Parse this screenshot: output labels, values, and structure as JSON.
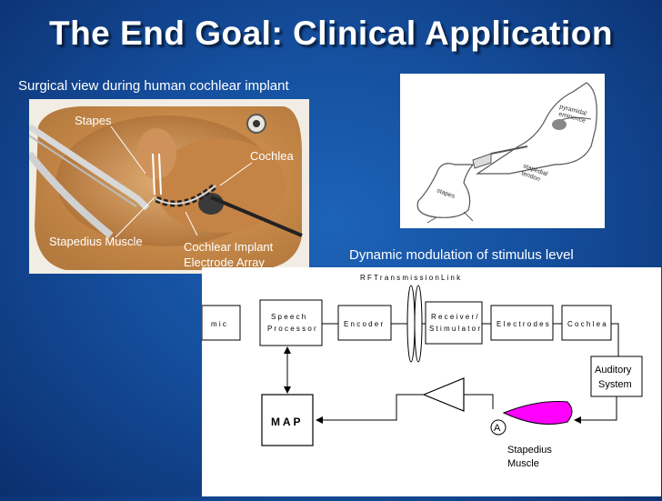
{
  "slide": {
    "title": "The End Goal: Clinical Application",
    "photo_caption": "Surgical view during human cochlear implant",
    "diagram_caption": "Dynamic modulation of stimulus level"
  },
  "photo_labels": {
    "stapes": "Stapes",
    "cochlea": "Cochlea",
    "stapedius_muscle": "Stapedius Muscle",
    "electrode_line1": "Cochlear Implant",
    "electrode_line2": "Electrode Array"
  },
  "sketch_labels": {
    "pyramidal_line1": "pyramidal",
    "pyramidal_line2": "eminence",
    "tendon_line1": "stapedial",
    "tendon_line2": "tendon",
    "stapes": "stapes"
  },
  "block_diagram": {
    "rf_link": "R F  T r a n s m i s s i o n  L i n k",
    "mic": "m i c",
    "speech_line1": "S p e e c h",
    "speech_line2": "P r o c e s s o r",
    "encoder": "E n c o d e r",
    "receiver_line1": "R e c e i v e r /",
    "receiver_line2": "S t i m u l a t o r",
    "electrodes": "E l e c t r o d e s",
    "cochlea": "C o c h l e a",
    "map": "M A P",
    "auditory_line1": "Auditory",
    "auditory_line2": "System",
    "muscle_line1": "Stapedius",
    "muscle_line2": "Muscle",
    "amp_symbol": "A"
  },
  "colors": {
    "muscle": "#ff00ff",
    "title_text": "#ffffff"
  }
}
